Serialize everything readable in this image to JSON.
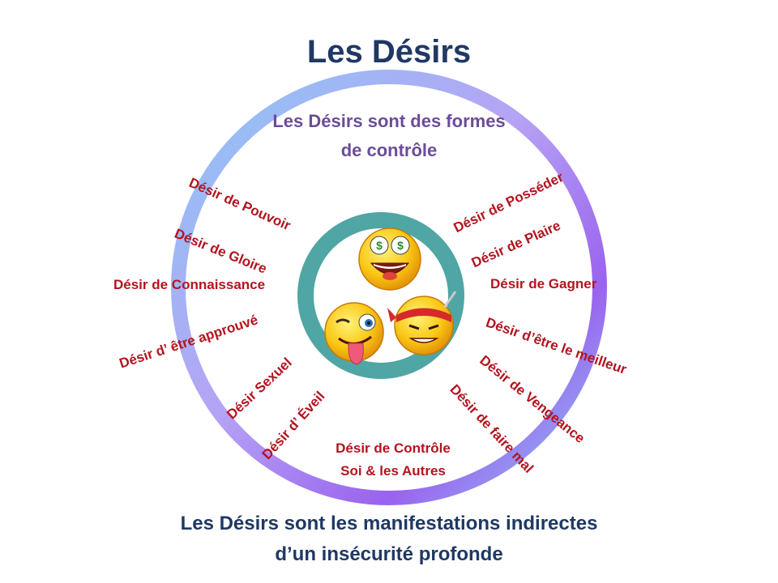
{
  "title": "Les Désirs",
  "subtitle": [
    "Les Désirs sont des formes",
    "de contrôle"
  ],
  "footer": [
    "Les Désirs sont les manifestations indirectes",
    "d’un insécurité profonde"
  ],
  "colors": {
    "title": "#1f3864",
    "subtitle": "#6b4c9a",
    "desire": "#b3141f",
    "inner_ring": "#4fa6a4"
  },
  "desires_left": [
    "Désir de Pouvoir",
    "Désir de Gloire",
    "Désir de Connaissance",
    "Désir d’ être approuvé",
    "Désir Sexuel",
    "Désir d’ Éveil"
  ],
  "desires_right": [
    "Désir de Posséder",
    "Désir de Plaire",
    "Désir de Gagner",
    "Désir d’être le meilleur",
    "Désir de Vengeance",
    "Désir de faire mal"
  ],
  "desire_bottom": [
    "Désir de Contrôle",
    "Soi & les Autres"
  ],
  "icons": [
    "money-eyes-smiley-icon",
    "winking-tongue-smiley-icon",
    "angry-ninja-smiley-icon"
  ]
}
